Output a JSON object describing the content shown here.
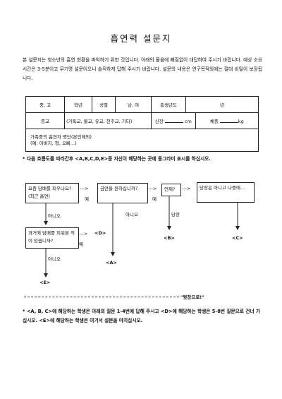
{
  "title": "흡연력 설문지",
  "intro": "본 설문지는 청소년의 흡연 현황을 파악하기 위한 것입니다. 아래의 물음에 빠짐없이 대답하여 주시기 바랍니다. 예상 소요시간은 3-5분이고 무기명 설문이오니 솔직하게 답해 주시기 바랍니다. 설문의 내용은 연구목적외에는 절대 비밀이 보장됩니다.",
  "table": {
    "row1": {
      "school": "중, 고",
      "grade": "학년",
      "gender_label": "성별",
      "gender_options": "남, 여",
      "birth_label": "출생년도",
      "year": "년"
    },
    "row2": {
      "religion_label": "종교",
      "religion_options": "(기독교, 불교, 유교, 천주교, 기타)",
      "height_label": "신장",
      "height_unit": "cm",
      "weight_label": "체중",
      "weight_unit": "kg"
    },
    "row3": {
      "family_line1": "가족중의 흡연자 명단(본인제외)",
      "family_line2": "(예: 아버지, 형, 오빠...)"
    }
  },
  "instruction": "* 다음 흐름도를 따라간후 <A,B,C,D,E>중 자신이 해당하는 곳에 동그라미 표시를 하십시오.",
  "flow": {
    "q1": "요즘 담배를 피우나요?(최근 흡연)",
    "q2": "금연을 원하십니까?",
    "q3": "언제?",
    "q4": "당장은 아니고 나중에...",
    "q5": "과거에 담배를 피워본 적이 있습니까?",
    "arrow_dashes": "--->",
    "yes": "예",
    "no": "아니오",
    "now": "당장",
    "A": "<A>",
    "B": "<B>",
    "C": "<C>",
    "D": "<D>",
    "E": "<E>"
  },
  "dash_line": "------------------------------",
  "jump_label": "\"뒷장으로!\"",
  "outro": "* <A, B, C>에 해당하는 학생은 아래의 질문 1-4번에 답해 주시고 <D>에 해당하는 학생은 5-8번 질문으로 건너 가십시오. <E>에 해당하는 학생은 여기서 설문을 마치십시오."
}
